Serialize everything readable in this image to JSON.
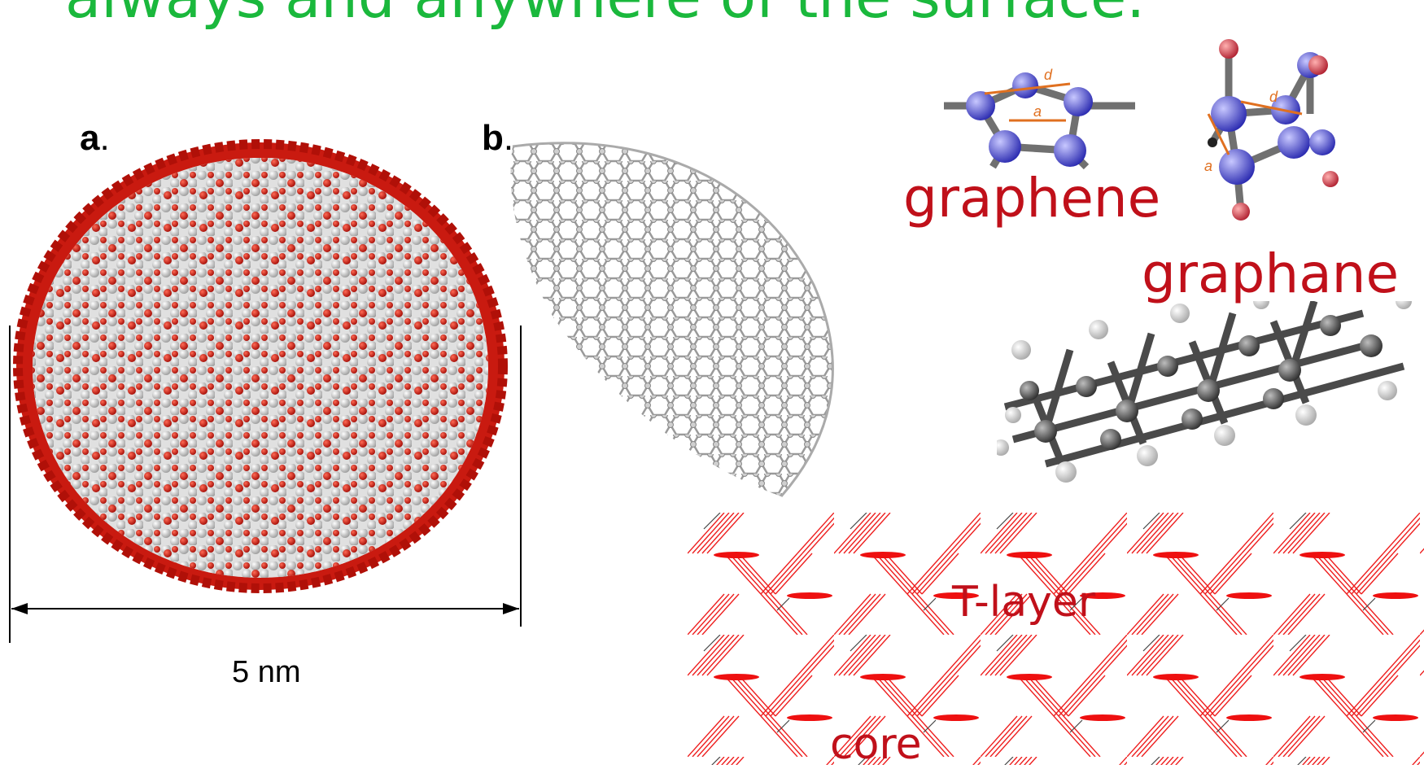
{
  "headline": {
    "text": "always and anywhere of the surface.",
    "color": "#1ab83c"
  },
  "panels": {
    "a": {
      "label": "a",
      "punct": "."
    },
    "b": {
      "label": "b",
      "punct": "."
    }
  },
  "scale": {
    "text": "5 nm"
  },
  "molecules": {
    "graphene_label": "graphene",
    "graphane_label": "graphane",
    "distance_d": "d",
    "distance_a": "a"
  },
  "lattice": {
    "t_layer_label": "T-layer",
    "core_label": "core"
  },
  "colors": {
    "surface_atom": "#d41a10",
    "core_atom": "#e6e6e6",
    "label_red": "#c0101a",
    "nitrogen_blue": "#4a4ae0",
    "bond_orange": "#e07020",
    "carbon_grey": "#555555"
  }
}
